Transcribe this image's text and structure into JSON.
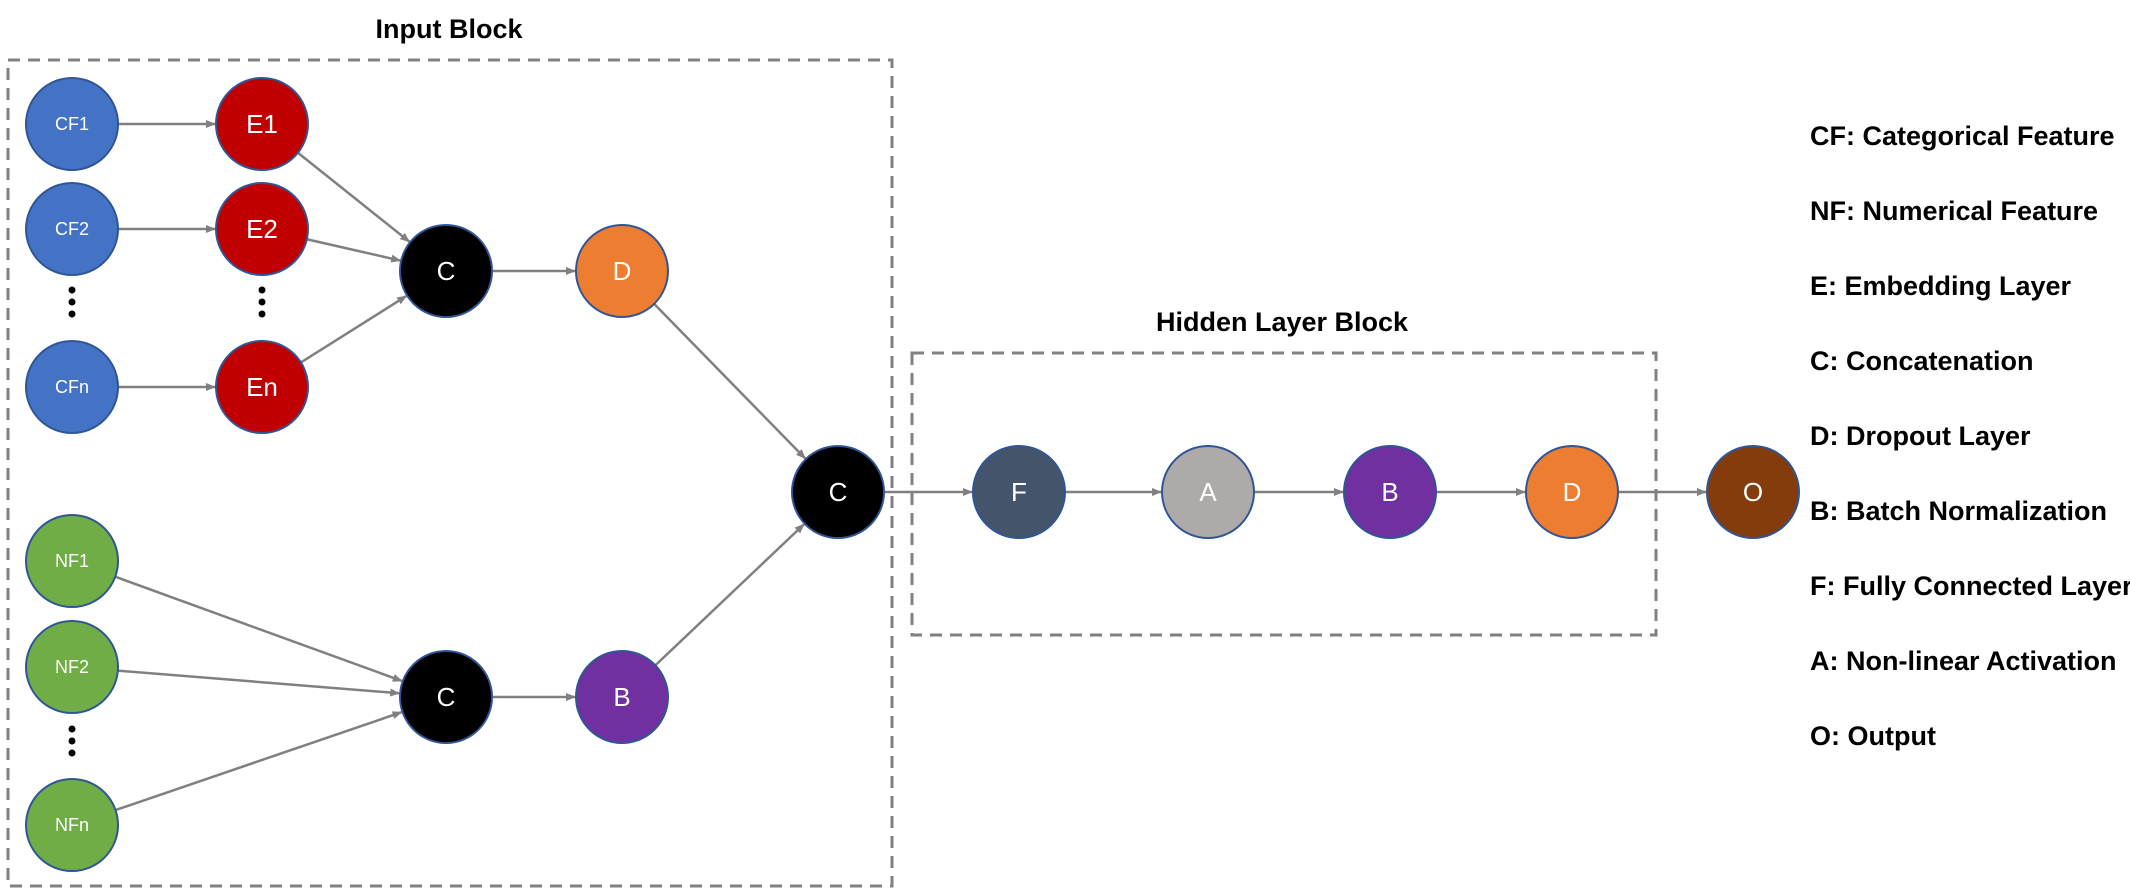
{
  "input_block": {
    "title": "Input Block"
  },
  "hidden_block": {
    "title": "Hidden Layer Block"
  },
  "colors": {
    "categorical": "#4472C4",
    "embedding": "#C00000",
    "concat": "#000000",
    "dropout": "#ED7D31",
    "numerical": "#70AD47",
    "batchnorm": "#7030A0",
    "fully_connected": "#44546A",
    "activation": "#AEAAAA",
    "output": "#843C0C",
    "node_border": "#2F5597",
    "arrow": "#808080",
    "dashed_border": "#808080"
  },
  "nodes": {
    "cf1": "CF1",
    "cf2": "CF2",
    "cfn": "CFn",
    "e1": "E1",
    "e2": "E2",
    "en": "En",
    "c_cat": "C",
    "d_cat": "D",
    "nf1": "NF1",
    "nf2": "NF2",
    "nfn": "NFn",
    "c_num": "C",
    "b_num": "B",
    "c_merge": "C",
    "f_hidden": "F",
    "a_hidden": "A",
    "b_hidden": "B",
    "d_hidden": "D",
    "output": "O"
  },
  "legend": [
    "CF: Categorical Feature",
    "NF: Numerical Feature",
    "E: Embedding Layer",
    "C: Concatenation",
    "D: Dropout Layer",
    "B: Batch Normalization",
    "F: Fully Connected Layer",
    "A: Non-linear Activation",
    "O: Output"
  ]
}
